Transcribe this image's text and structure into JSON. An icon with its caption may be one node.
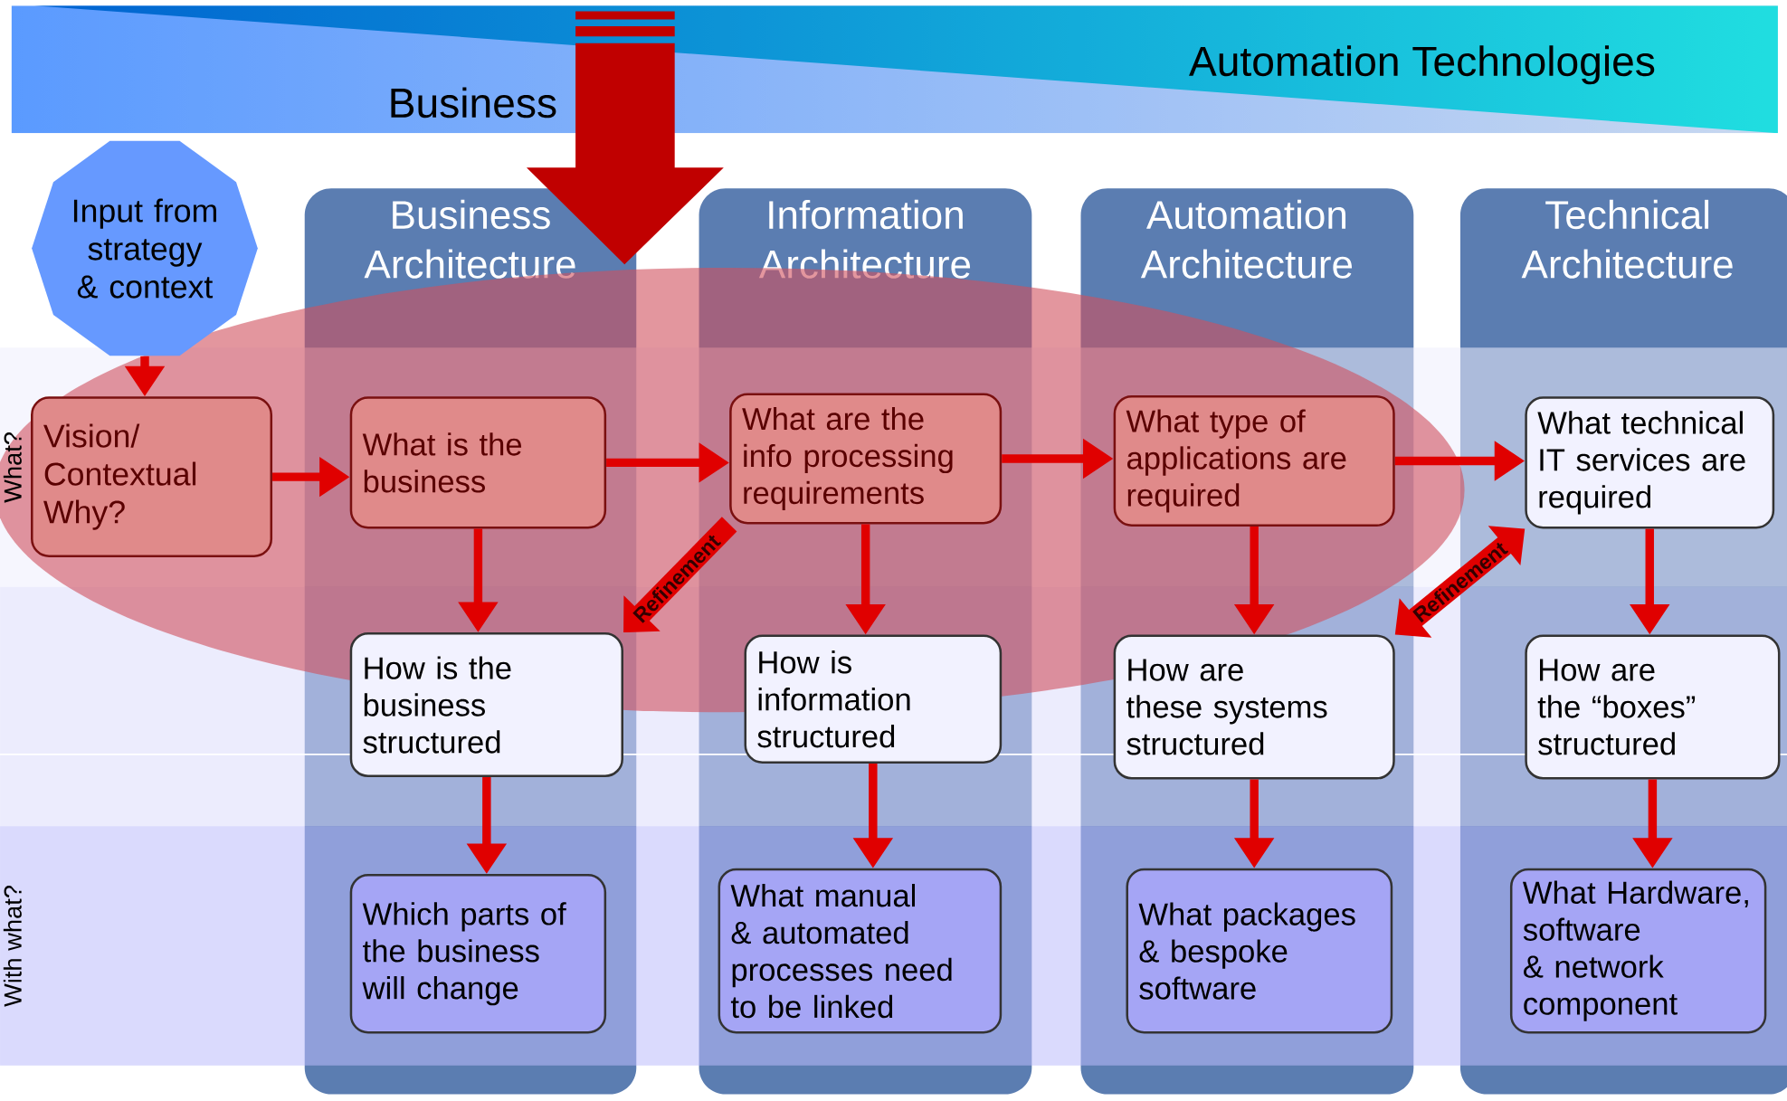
{
  "diagram": {
    "nodes": [
      {
        "text": [
          "Input from strategy & context"
        ]
      },
      {
        "text": [
          "Business Architecture"
        ]
      },
      {
        "text": [
          "Information Architecture"
        ]
      },
      {
        "text": [
          "Automation Architecture"
        ]
      },
      {
        "text": [
          "Technical Architecture"
        ]
      },
      {
        "text": [
          "Vision/ Contextual Why?"
        ]
      },
      {
        "text": [
          "What is the business"
        ],
        "in": 1
      },
      {
        "text": [
          "What are the info processing requirements"
        ],
        "in": 2
      },
      {
        "text": [
          "What type of applications are required"
        ],
        "in": 3
      },
      {
        "text": [
          "What technical IT services are required"
        ],
        "in": 4
      },
      {
        "text": [
          "How is the business structured"
        ],
        "in": 1
      },
      {
        "text": [
          "How is information structured"
        ],
        "in": 2
      },
      {
        "text": [
          "How are these systems structured"
        ],
        "in": 3
      },
      {
        "text": [
          "How are the “boxes” structured"
        ],
        "in": 4
      },
      {
        "text": [
          "Which parts of the business will change"
        ],
        "in": 1
      },
      {
        "text": [
          "What manual & automated processes need to be linked"
        ],
        "in": 2
      },
      {
        "text": [
          "What packages & bespoke software"
        ],
        "in": 3
      },
      {
        "text": [
          "What Hardware, software & network component"
        ],
        "in": 4
      }
    ],
    "edges": [
      {
        "from": 0,
        "to": 5,
        "arrow": "to"
      },
      {
        "from": 5,
        "to": 6,
        "arrow": "to"
      },
      {
        "from": 6,
        "to": 7,
        "arrow": "to"
      },
      {
        "from": 7,
        "to": 8,
        "arrow": "to"
      },
      {
        "from": 8,
        "to": 9,
        "arrow": "to"
      },
      {
        "from": 6,
        "to": 10,
        "arrow": "to"
      },
      {
        "from": 10,
        "to": 14,
        "arrow": "to"
      },
      {
        "from": 7,
        "to": 11,
        "arrow": "to"
      },
      {
        "from": 11,
        "to": 15,
        "arrow": "to"
      },
      {
        "from": 8,
        "to": 12,
        "arrow": "to"
      },
      {
        "from": 12,
        "to": 16,
        "arrow": "to"
      },
      {
        "from": 9,
        "to": 13,
        "arrow": "to"
      },
      {
        "from": 13,
        "to": 17,
        "arrow": "to"
      },
      {
        "from": 7,
        "to": 10,
        "arrow": "to",
        "label": "Refinement",
        "style": "thick"
      },
      {
        "from": 12,
        "to": 9,
        "arrow": "both",
        "label": "Refinement",
        "style": "thick"
      }
    ],
    "labels": [
      "Automation Technologies",
      "Business",
      "What?",
      "With what?"
    ]
  }
}
